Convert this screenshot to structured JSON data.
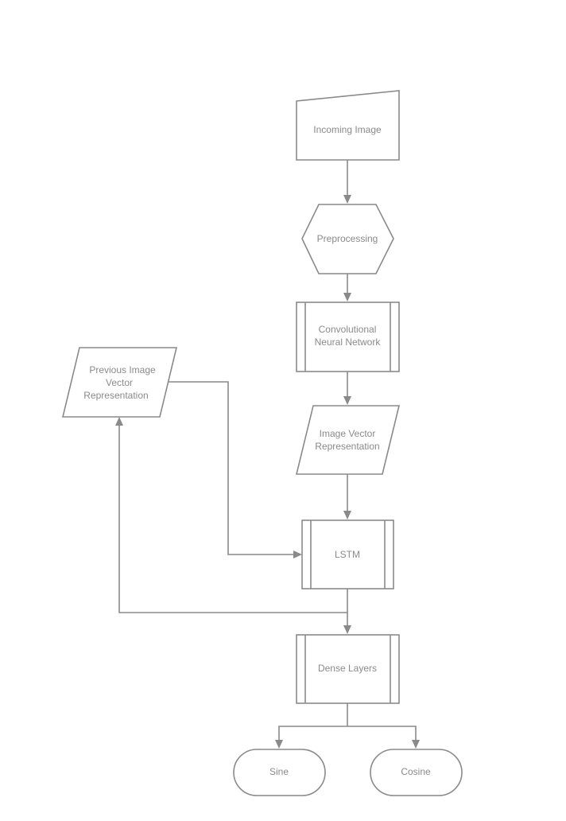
{
  "diagram": {
    "nodes": {
      "incoming_image": "Incoming Image",
      "preprocessing": "Preprocessing",
      "cnn_line1": "Convolutional",
      "cnn_line2": "Neural Network",
      "image_vector_line1": "Image Vector",
      "image_vector_line2": "Representation",
      "prev_vector_line1": "Previous Image",
      "prev_vector_line2": "Vector",
      "prev_vector_line3": "Representation",
      "lstm": "LSTM",
      "dense_layers": "Dense Layers",
      "sine": "Sine",
      "cosine": "Cosine"
    },
    "colors": {
      "stroke": "#8a8a8a",
      "text": "#8a8a8a",
      "background": "#ffffff"
    }
  }
}
